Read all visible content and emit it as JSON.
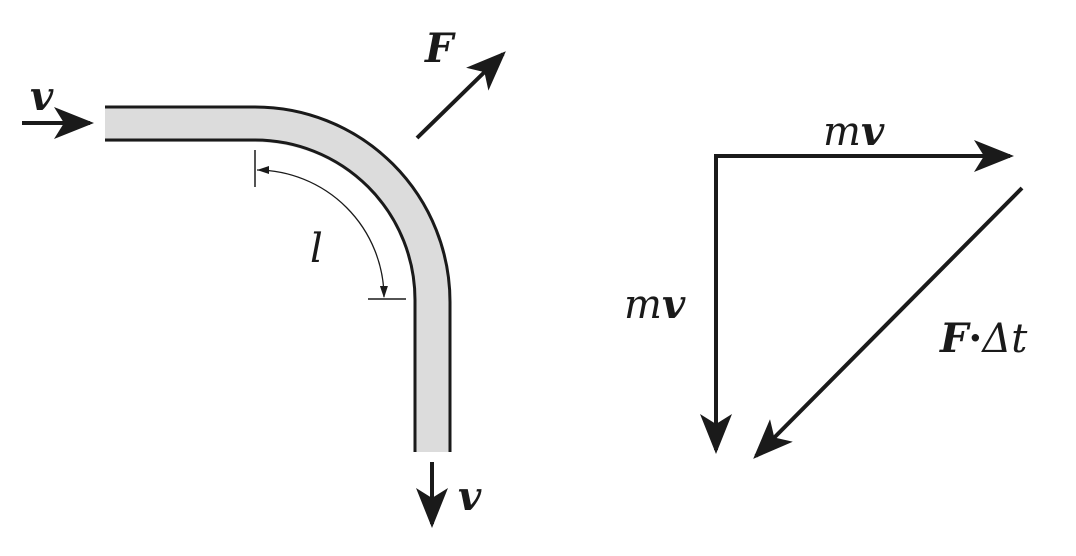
{
  "left_figure": {
    "inlet_velocity_label": "v",
    "outlet_velocity_label": "v",
    "force_label": "F",
    "length_label": "l"
  },
  "right_figure": {
    "horizontal_momentum_label": {
      "m": "m",
      "v": "v"
    },
    "vertical_momentum_label": {
      "m": "m",
      "v": "v"
    },
    "impulse_label": {
      "F": "F",
      "dot": "·",
      "dt": "Δt"
    }
  },
  "colors": {
    "pipe_fill": "#dcdcdc",
    "stroke": "#1a1a1a"
  }
}
